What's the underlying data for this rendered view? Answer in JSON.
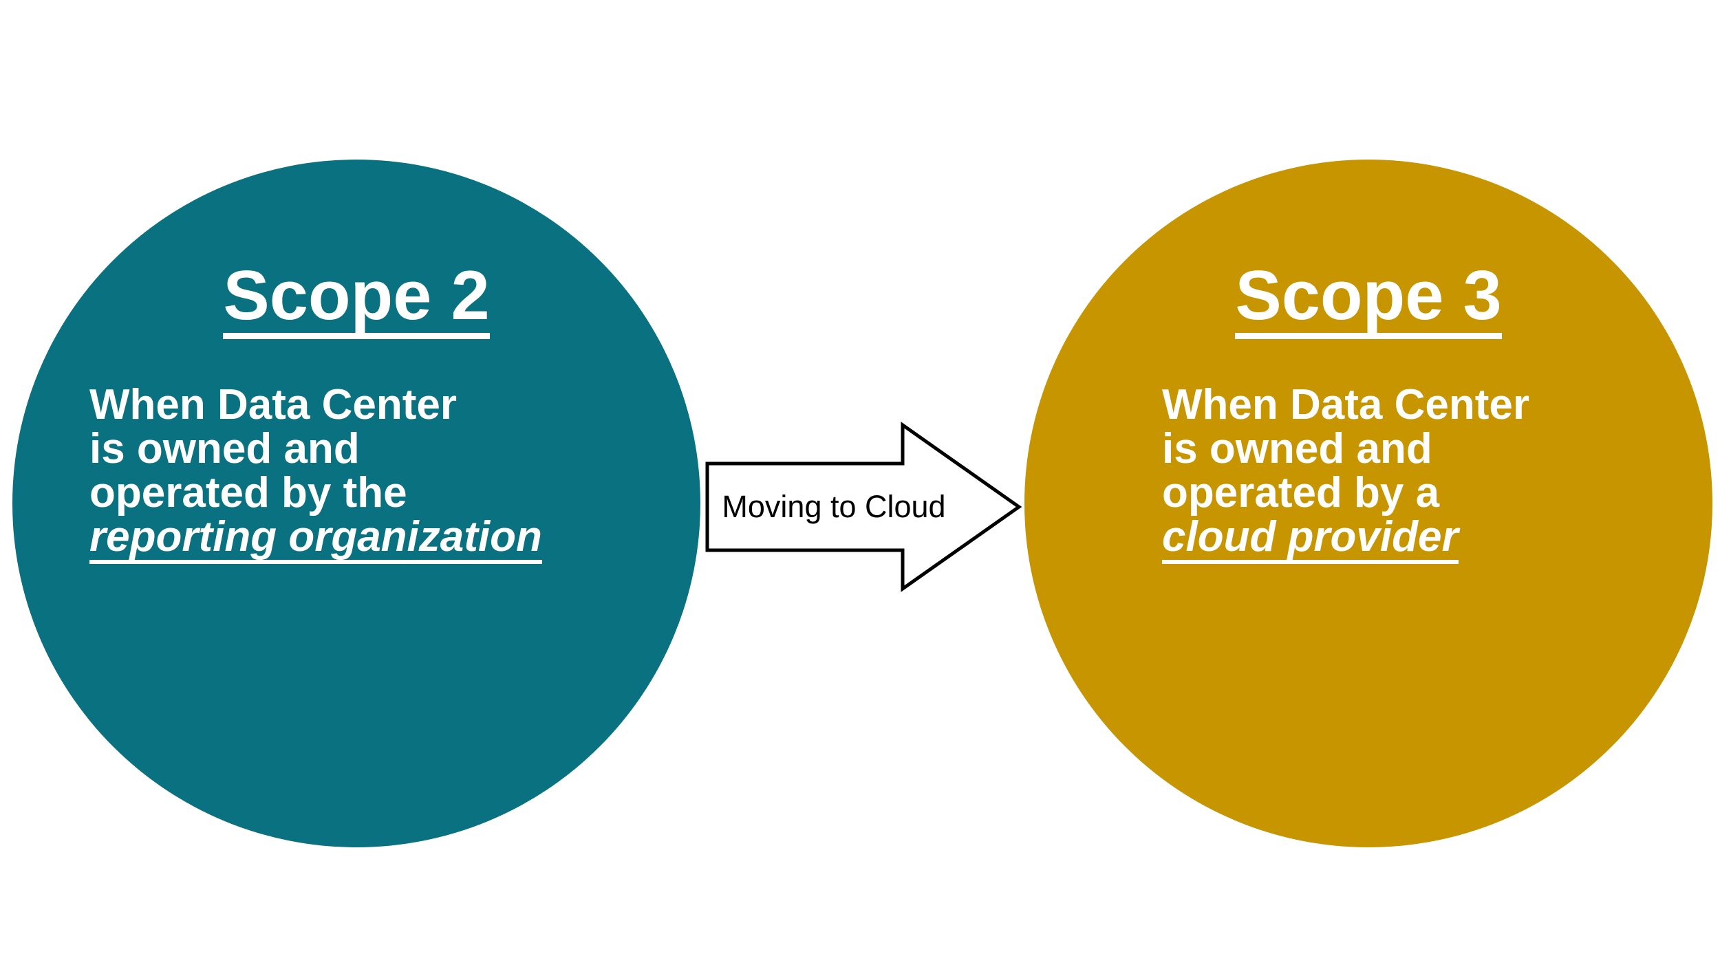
{
  "diagram": {
    "type": "two-node-flow",
    "background_color": "#FFFFFF",
    "nodes": [
      {
        "id": "scope2",
        "shape": "circle",
        "fill_color": "#0A7180",
        "text_color": "#FFFFFF",
        "title": "Scope 2",
        "body_lines": [
          "When Data Center",
          "is owned and",
          "operated by the"
        ],
        "emphasis_line": "reporting organization"
      },
      {
        "id": "scope3",
        "shape": "circle",
        "fill_color": "#C69500",
        "text_color": "#FFFFFF",
        "title": "Scope 3",
        "body_lines": [
          "When Data Center",
          "is owned and",
          "operated by a"
        ],
        "emphasis_line": "cloud provider"
      }
    ],
    "connector": {
      "id": "moving-to-cloud-arrow",
      "kind": "block-arrow",
      "direction": "right",
      "label": "Moving to Cloud",
      "fill_color": "#FFFFFF",
      "stroke_color": "#000000",
      "label_color": "#000000",
      "from": "scope2",
      "to": "scope3"
    }
  }
}
